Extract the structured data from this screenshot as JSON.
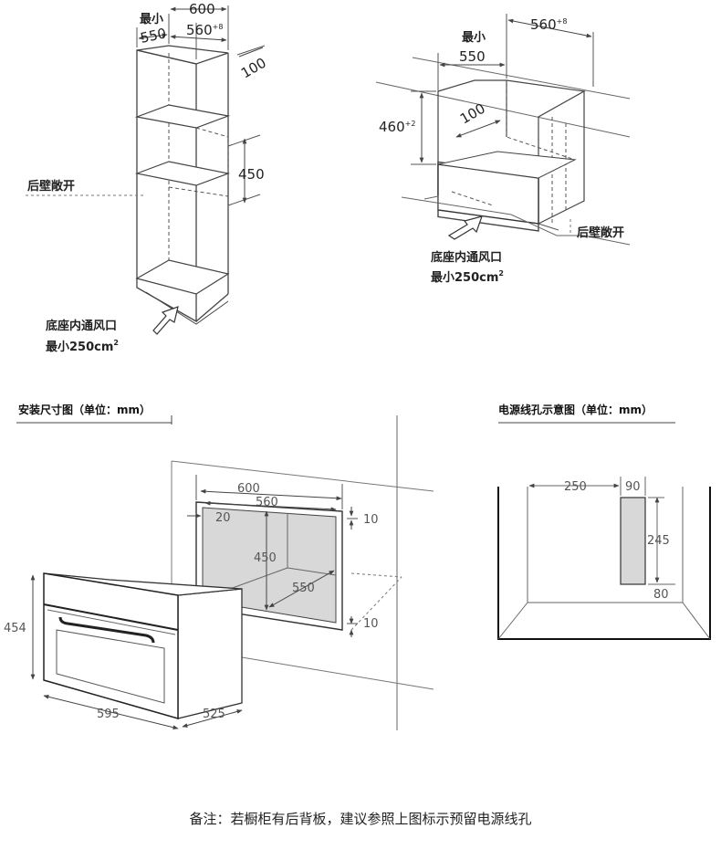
{
  "labels": {
    "min": "最小",
    "rear_open": "后壁敞开",
    "base_vent": "底座内通风口",
    "base_vent_area": "最小250cm",
    "area_sup": "2"
  },
  "tall_cabinet": {
    "w600": "600",
    "w550": "550",
    "w560": "560",
    "w560_tol": "+8",
    "d100": "100",
    "h450": "450"
  },
  "under_counter": {
    "w560": "560",
    "w560_tol": "+8",
    "w550": "550",
    "h460": "460",
    "h460_tol": "+2",
    "d100": "100"
  },
  "install": {
    "title": "安装尺寸图（单位：mm）",
    "w600": "600",
    "w560": "560",
    "m20": "20",
    "m10_top": "10",
    "h450": "450",
    "d550": "550",
    "m10_bottom": "10",
    "h454": "454",
    "w595": "595",
    "d525": "525"
  },
  "power_hole": {
    "title": "电源线孔示意图（单位：mm）",
    "d250": "250",
    "w90": "90",
    "h245": "245",
    "b80": "80"
  },
  "footnote": "备注：若橱柜有后背板，建议参照上图标示预留电源线孔"
}
